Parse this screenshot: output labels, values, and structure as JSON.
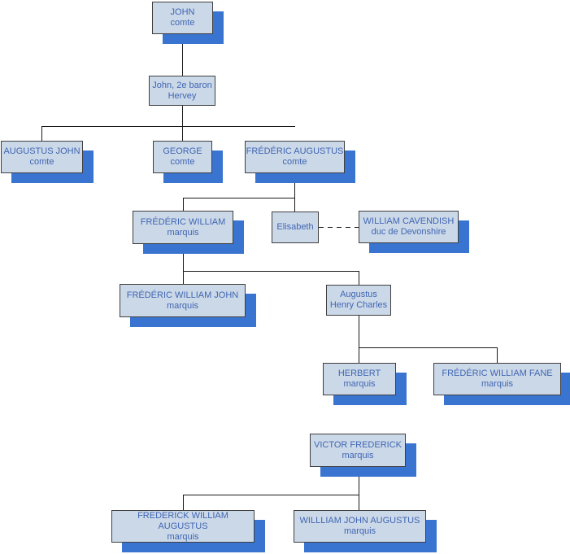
{
  "colors": {
    "background": "#ffffff",
    "box_fill": "#cbd8e8",
    "box_border": "#3f3f3f",
    "shadow": "#3a74d1",
    "text": "#4066b2",
    "line": "#1a1a1a"
  },
  "nodes": [
    {
      "line1": "JOHN",
      "line2": "comte"
    },
    {
      "line1": "John, 2e baron",
      "line2": "Hervey"
    },
    {
      "line1": "AUGUSTUS JOHN",
      "line2": "comte"
    },
    {
      "line1": "GEORGE",
      "line2": "comte"
    },
    {
      "line1": "FRÉDÉRIC AUGUSTUS",
      "line2": "comte"
    },
    {
      "line1": "FRÉDÉRIC WILLIAM",
      "line2": "marquis"
    },
    {
      "line1": "Elisabeth",
      "line2": ""
    },
    {
      "line1": "WILLIAM CAVENDISH",
      "line2": "duc de Devonshire"
    },
    {
      "line1": "FRÉDÉRIC WILLIAM JOHN",
      "line2": "marquis"
    },
    {
      "line1": "Augustus",
      "line2": "Henry Charles"
    },
    {
      "line1": "HERBERT",
      "line2": "marquis"
    },
    {
      "line1": "FRÉDÉRIC WILLIAM FANE",
      "line2": "marquis"
    },
    {
      "line1": "VICTOR FREDERICK",
      "line2": "marquis"
    },
    {
      "line1": "FREDERICK WILLIAM AUGUSTUS",
      "line2": "marquis"
    },
    {
      "line1": "WILLLIAM JOHN AUGUSTUS",
      "line2": "marquis"
    }
  ]
}
